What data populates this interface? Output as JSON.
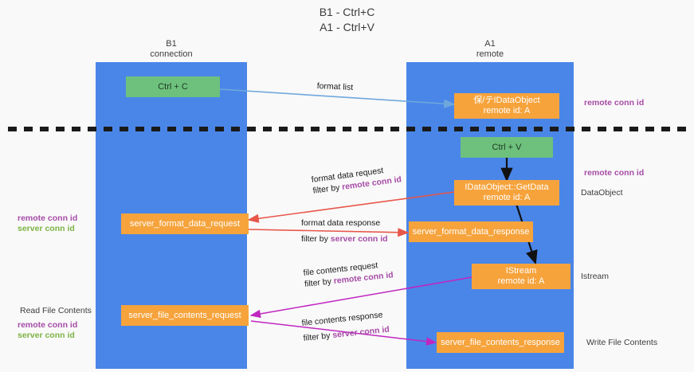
{
  "title": "B1 - Ctrl+C\nA1 - Ctrl+V",
  "lanes": [
    {
      "id": "b1",
      "header": "B1\nconnection"
    },
    {
      "id": "a1",
      "header": "A1\nremote"
    }
  ],
  "boxes": {
    "ctrl_c": {
      "line1": "Ctrl + C",
      "line2": ""
    },
    "idataobject_remote": {
      "line1": "保/テIDataObject",
      "line2": "remote id: A"
    },
    "ctrl_v": {
      "line1": "Ctrl + V",
      "line2": ""
    },
    "getdata": {
      "line1": "IDataObject::GetData",
      "line2": "remote id: A"
    },
    "format_data_request": {
      "line1": "server_format_data_request",
      "line2": ""
    },
    "format_data_response": {
      "line1": "server_format_data_response",
      "line2": ""
    },
    "istream": {
      "line1": "IStream",
      "line2": "remote id: A"
    },
    "file_contents_request": {
      "line1": "server_file_contents_request",
      "line2": ""
    },
    "file_contents_response": {
      "line1": "server_file_contents_response",
      "line2": ""
    }
  },
  "arrow_labels": {
    "format_list": {
      "text": "format list"
    },
    "format_data_request": {
      "line1": "format data request",
      "line2_prefix": "filter by ",
      "line2_hl": "remote conn id"
    },
    "format_data_response": {
      "line1": "format data response",
      "line2_prefix": "filter by ",
      "line2_hl": "server conn id"
    },
    "file_contents_request": {
      "line1": "file contents request",
      "line2_prefix": "filter by ",
      "line2_hl": "remote conn id"
    },
    "file_contents_response": {
      "line1": "file contents response",
      "line2_prefix": "filter by ",
      "line2_hl": "server conn id"
    }
  },
  "side_labels": {
    "right_remote_conn_1": "remote conn id",
    "right_remote_conn_2": "remote conn id",
    "right_dataobject": "DataObject",
    "right_istream": "Istream",
    "right_write_file_contents": "Write File Contents",
    "left_remote_conn": "remote conn id",
    "left_server_conn": "server conn id",
    "left_read_file_contents": "Read File Contents",
    "left_remote_conn_2": "remote conn id",
    "left_server_conn_2": "server conn id"
  },
  "colors": {
    "lane": "#4a86e8",
    "box_orange": "#f6a33c",
    "box_green": "#6ec07d",
    "remote_conn": "#a64ca6",
    "server_conn": "#7cb342",
    "arrow_blue": "#6fa8dc",
    "arrow_red": "#e8564a",
    "arrow_black": "#111111",
    "arrow_magenta": "#c026c0",
    "divider": "#1a1a1a"
  }
}
